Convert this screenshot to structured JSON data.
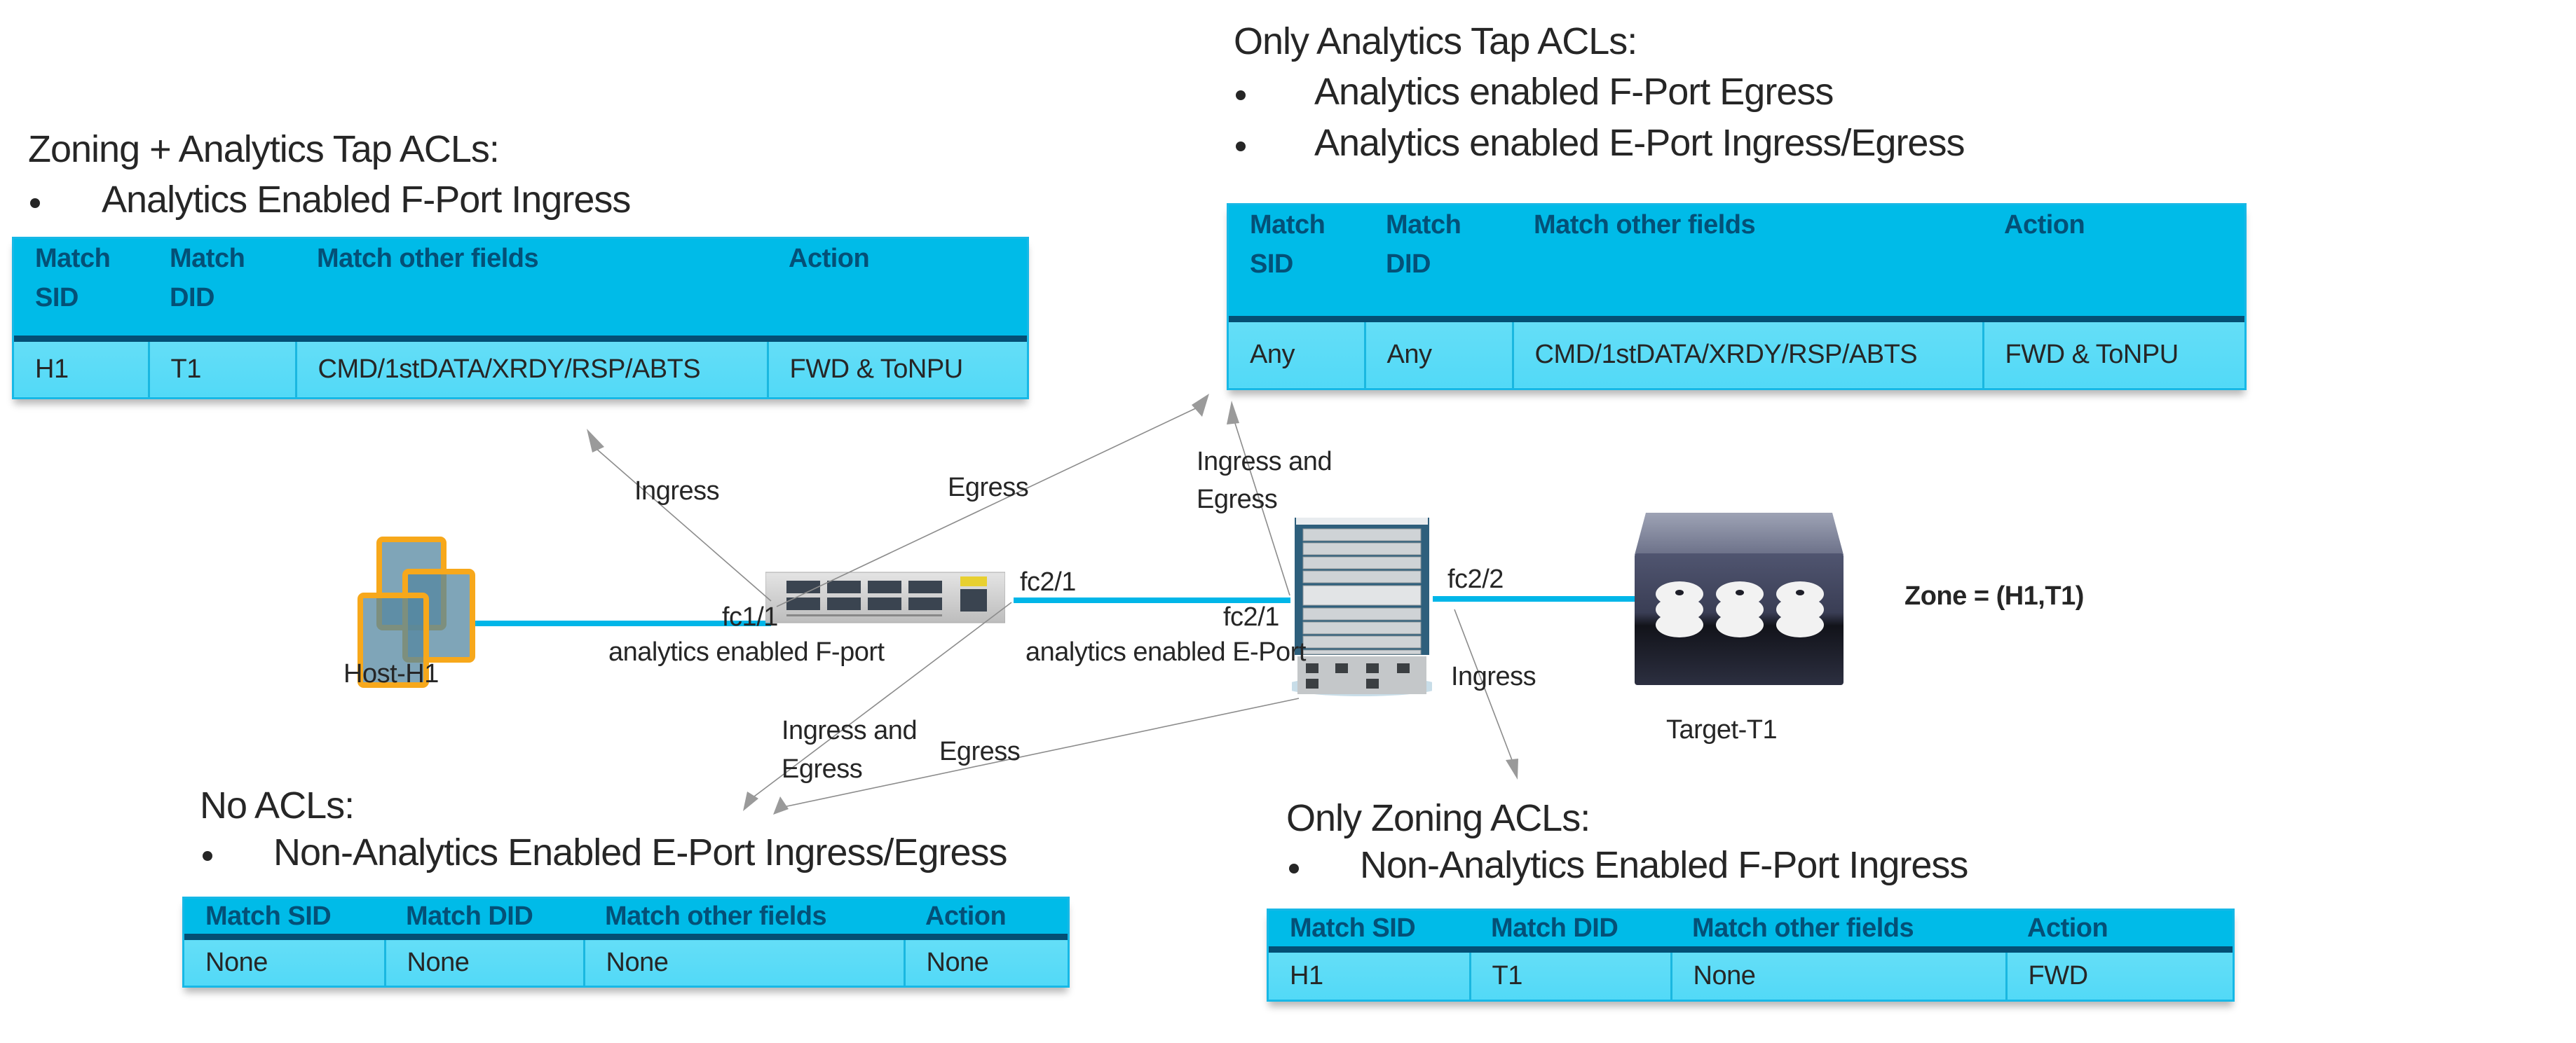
{
  "panels": {
    "zoning_analytics": {
      "title": "Zoning + Analytics Tap ACLs:",
      "bullets": [
        "Analytics Enabled F-Port Ingress"
      ],
      "table": {
        "headers": [
          "Match SID",
          "Match DID",
          "Match other fields",
          "Action"
        ],
        "rows": [
          [
            "H1",
            "T1",
            "CMD/1stDATA/XRDY/RSP/ABTS",
            "FWD & ToNPU"
          ]
        ]
      }
    },
    "analytics_only": {
      "title": "Only Analytics Tap ACLs:",
      "bullets": [
        "Analytics enabled F-Port Egress",
        "Analytics enabled E-Port Ingress/Egress"
      ],
      "table": {
        "headers": [
          "Match SID",
          "Match DID",
          "Match other fields",
          "Action"
        ],
        "rows": [
          [
            "Any",
            "Any",
            "CMD/1stDATA/XRDY/RSP/ABTS",
            "FWD & ToNPU"
          ]
        ]
      }
    },
    "no_acls": {
      "title": "No ACLs:",
      "bullets": [
        "Non-Analytics Enabled E-Port Ingress/Egress"
      ],
      "table": {
        "headers": [
          "Match SID",
          "Match DID",
          "Match other fields",
          "Action"
        ],
        "rows": [
          [
            "None",
            "None",
            "None",
            "None"
          ]
        ]
      }
    },
    "zoning_only": {
      "title": "Only Zoning ACLs:",
      "bullets": [
        "Non-Analytics Enabled F-Port Ingress"
      ],
      "table": {
        "headers": [
          "Match SID",
          "Match DID",
          "Match other fields",
          "Action"
        ],
        "rows": [
          [
            "H1",
            "T1",
            "None",
            "FWD"
          ]
        ]
      }
    }
  },
  "topology": {
    "host": {
      "label": "Host-H1",
      "icon": "host-vm-icon"
    },
    "edge_switch": {
      "icon": "fabric-switch-icon",
      "port_left": "fc1/1",
      "port_left_desc": "analytics enabled F-port",
      "port_right": "fc2/1"
    },
    "director_switch": {
      "icon": "director-switch-icon",
      "port_left": "fc2/1",
      "port_left_desc": "analytics enabled E-Port",
      "port_right": "fc2/2"
    },
    "target": {
      "label": "Target-T1",
      "icon": "storage-array-icon"
    },
    "zone": "Zone = (H1,T1)"
  },
  "arrows": {
    "edge_ingress_up": "Ingress",
    "edge_egress_up": "Egress",
    "director_ingress_egress_up": [
      "Ingress and",
      "Egress"
    ],
    "edge_ingress_egress_down": [
      "Ingress and",
      "Egress"
    ],
    "director_egress_down": "Egress",
    "director_ingress_down": "Ingress"
  },
  "colors": {
    "header_bg": "#00bbe8",
    "header_text": "#045077",
    "row_bg": "#56dbf7",
    "divider": "#044f74",
    "link": "#00b6e8",
    "host_border": "#f7a81b",
    "arrow": "#9a9a9a"
  }
}
